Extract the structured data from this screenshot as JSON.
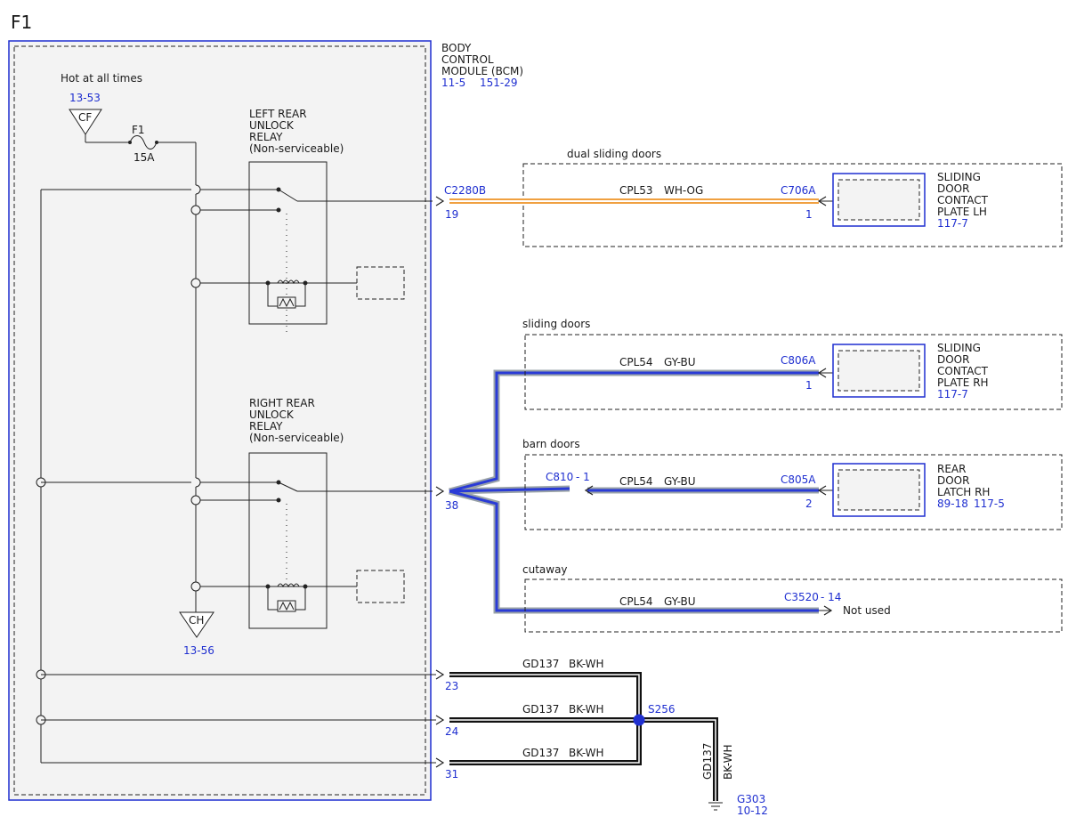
{
  "page": {
    "id": "F1"
  },
  "colors": {
    "blue": "#1f2fd0",
    "wire_gy": "#9aa3a8",
    "wire_bu": "#2a3bd6",
    "wire_wh": "#ffffff",
    "wire_og": "#f0a040",
    "wire_bk": "#111111",
    "module_fill": "#f3f3f3"
  },
  "bcm": {
    "name_lines": [
      "BODY",
      "CONTROL",
      "MODULE (BCM)"
    ],
    "refs": [
      "11-5",
      "151-29"
    ]
  },
  "power": {
    "label": "Hot at all times",
    "ref": "13-53",
    "bus": "CF",
    "fuse": "F1",
    "amps": "15A"
  },
  "ch_ref": {
    "bus": "CH",
    "ref": "13-56"
  },
  "left_relay": {
    "lines": [
      "LEFT REAR",
      "UNLOCK",
      "RELAY",
      "(Non-serviceable)"
    ]
  },
  "right_relay": {
    "lines": [
      "RIGHT REAR",
      "UNLOCK",
      "RELAY",
      "(Non-serviceable)"
    ]
  },
  "bcm_connector": "C2280B",
  "pins": {
    "p19": "19",
    "p38": "38",
    "p23": "23",
    "p24": "24",
    "p31": "31"
  },
  "dual_sliding": {
    "group": "dual sliding doors",
    "circuit": "CPL53",
    "color": "WH-OG",
    "connector": "C706A",
    "pin": "1",
    "component": [
      "SLIDING",
      "DOOR",
      "CONTACT",
      "PLATE LH"
    ],
    "ref": "117-7"
  },
  "sliding": {
    "group": "sliding doors",
    "circuit": "CPL54",
    "color": "GY-BU",
    "connector": "C806A",
    "pin": "1",
    "component": [
      "SLIDING",
      "DOOR",
      "CONTACT",
      "PLATE RH"
    ],
    "ref": "117-7"
  },
  "barn": {
    "group": "barn doors",
    "inline_connector": "C810",
    "inline_pin": "- 1",
    "circuit": "CPL54",
    "color": "GY-BU",
    "connector": "C805A",
    "pin": "2",
    "component": [
      "REAR",
      "DOOR",
      "LATCH RH"
    ],
    "refs": [
      "89-18",
      "117-5"
    ]
  },
  "cutaway": {
    "group": "cutaway",
    "circuit": "CPL54",
    "color": "GY-BU",
    "connector": "C3520",
    "pin": "- 14",
    "note": "Not used"
  },
  "grounds": {
    "circuit": "GD137",
    "color": "BK-WH",
    "splice": "S256",
    "ground": "G303",
    "ground_ref": "10-12"
  }
}
